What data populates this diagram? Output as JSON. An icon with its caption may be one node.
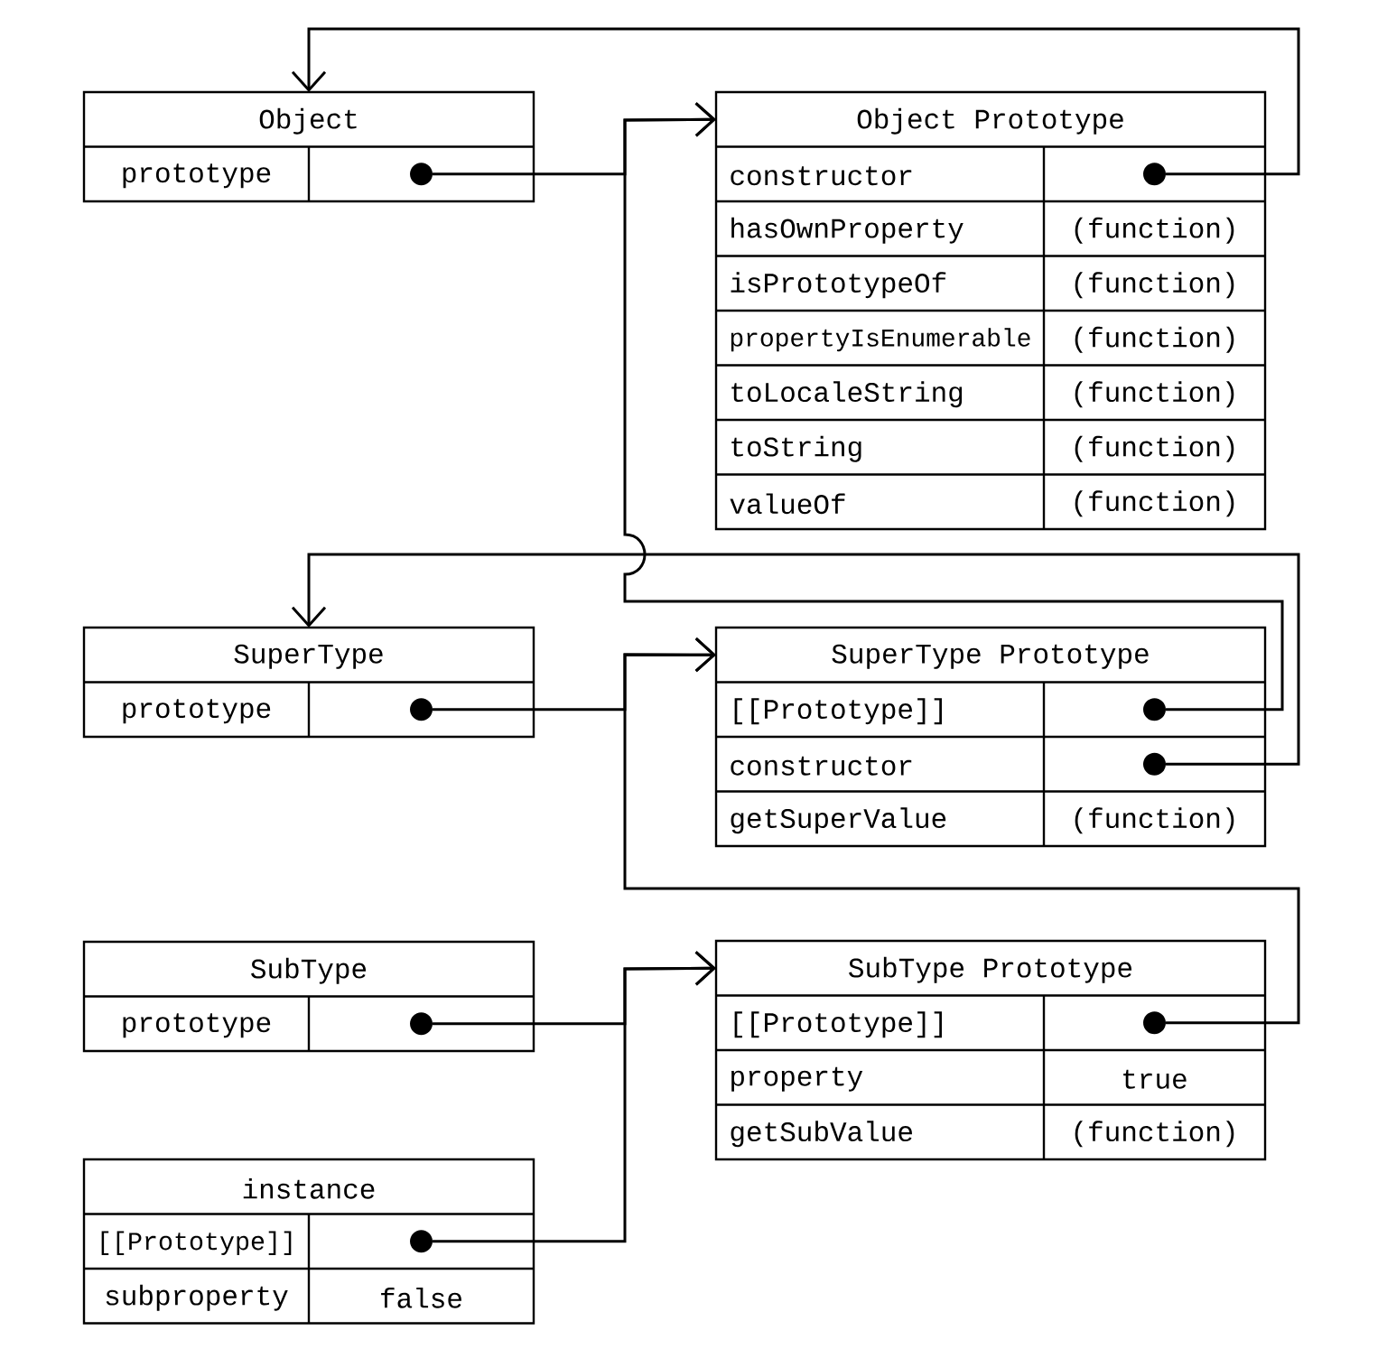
{
  "diagram": {
    "nodes": [
      {
        "text": [
          "Object"
        ]
      },
      {
        "text": [
          "prototype"
        ],
        "in": 0
      },
      {
        "text": [],
        "shape": "circle",
        "in": 1
      },
      {
        "text": [
          "Object Prototype"
        ]
      },
      {
        "text": [
          "constructor"
        ],
        "in": 3
      },
      {
        "text": [],
        "shape": "circle",
        "in": 4
      },
      {
        "text": [
          "hasOwnProperty",
          "(function)"
        ],
        "in": 3
      },
      {
        "text": [
          "isPrototypeOf",
          "(function)"
        ],
        "in": 3
      },
      {
        "text": [
          "propertyIsEnumerable",
          "(function)"
        ],
        "in": 3
      },
      {
        "text": [
          "toLocaleString",
          "(function)"
        ],
        "in": 3
      },
      {
        "text": [
          "toString",
          "(function)"
        ],
        "in": 3
      },
      {
        "text": [
          "valueOf",
          "(function)"
        ],
        "in": 3
      },
      {
        "text": [
          "SuperType"
        ]
      },
      {
        "text": [
          "prototype"
        ],
        "in": 12
      },
      {
        "text": [],
        "shape": "circle",
        "in": 13
      },
      {
        "text": [
          "SuperType Prototype"
        ]
      },
      {
        "text": [
          "[[Prototype]]"
        ],
        "in": 15
      },
      {
        "text": [],
        "shape": "circle",
        "in": 16
      },
      {
        "text": [
          "constructor"
        ],
        "in": 15
      },
      {
        "text": [],
        "shape": "circle",
        "in": 18
      },
      {
        "text": [
          "getSuperValue",
          "(function)"
        ],
        "in": 15
      },
      {
        "text": [
          "SubType"
        ]
      },
      {
        "text": [
          "prototype"
        ],
        "in": 21
      },
      {
        "text": [],
        "shape": "circle",
        "in": 22
      },
      {
        "text": [
          "SubType Prototype"
        ]
      },
      {
        "text": [
          "[[Prototype]]"
        ],
        "in": 24
      },
      {
        "text": [],
        "shape": "circle",
        "in": 25
      },
      {
        "text": [
          "property",
          "true"
        ],
        "in": 24
      },
      {
        "text": [
          "getSubValue",
          "(function)"
        ],
        "in": 24
      },
      {
        "text": [
          "instance"
        ]
      },
      {
        "text": [
          "[[Prototype]]"
        ],
        "in": 29
      },
      {
        "text": [],
        "shape": "circle",
        "in": 30
      },
      {
        "text": [
          "subproperty",
          "false"
        ],
        "in": 29
      }
    ],
    "edges": [
      {
        "from": 2,
        "to": 3,
        "arrow": "to"
      },
      {
        "from": 5,
        "to": 0,
        "arrow": "to"
      },
      {
        "from": 14,
        "to": 15,
        "arrow": "to"
      },
      {
        "from": 17,
        "to": 3,
        "arrow": "to"
      },
      {
        "from": 19,
        "to": 12,
        "arrow": "to"
      },
      {
        "from": 23,
        "to": 24,
        "arrow": "to"
      },
      {
        "from": 26,
        "to": 15,
        "arrow": "to"
      },
      {
        "from": 31,
        "to": 24,
        "arrow": "to"
      }
    ]
  }
}
